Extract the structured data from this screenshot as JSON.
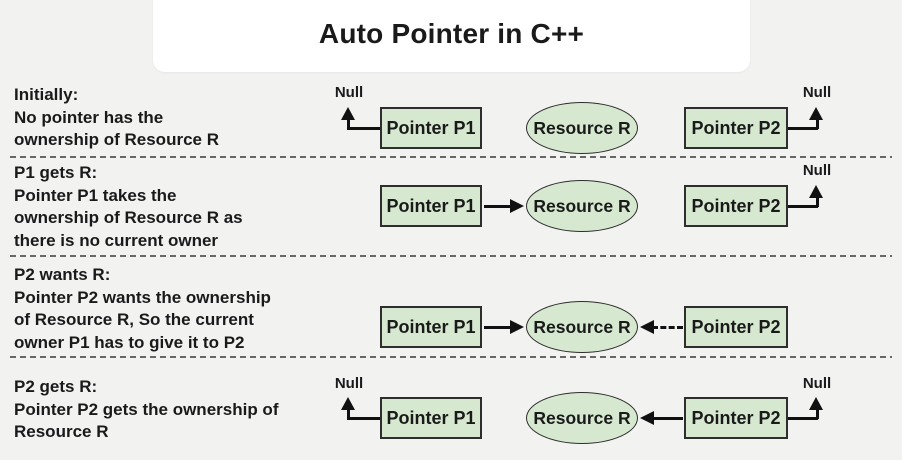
{
  "title": "Auto Pointer in C++",
  "labels": {
    "p1": "Pointer P1",
    "p2": "Pointer P2",
    "resource": "Resource R",
    "null": "Null"
  },
  "colors": {
    "background": "#f2f2f1",
    "card": "#ffffff",
    "shape_fill": "#d6e9d0",
    "shape_border": "#2e2e2e",
    "text": "#1a1a1a",
    "divider": "#676767",
    "line": "#111111"
  },
  "rows": [
    {
      "heading": "Initially:",
      "lines": [
        "No pointer has the",
        "ownership of Resource R"
      ]
    },
    {
      "heading": "P1 gets R:",
      "lines": [
        "Pointer P1 takes the",
        "ownership of Resource R as",
        "there is no current owner"
      ]
    },
    {
      "heading": "P2 wants R:",
      "lines": [
        "Pointer P2 wants the ownership",
        "of Resource R, So the current",
        "owner P1 has to give it to P2"
      ]
    },
    {
      "heading": "P2 gets R:",
      "lines": [
        "Pointer P2 gets the ownership of",
        "Resource R"
      ]
    }
  ]
}
